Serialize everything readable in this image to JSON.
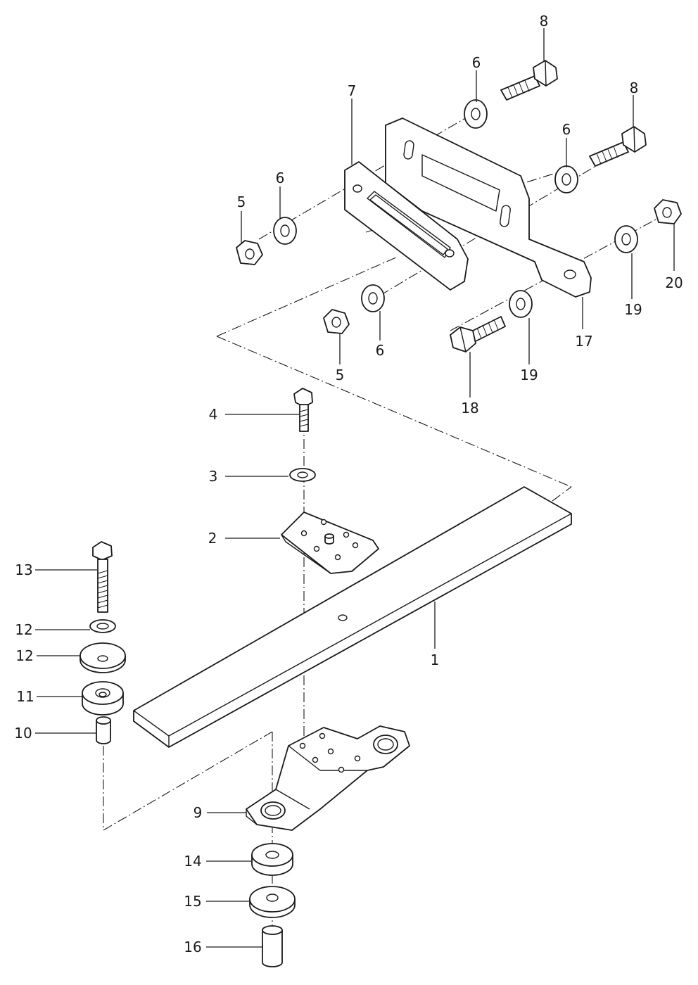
{
  "callouts": [
    {
      "id": "c1",
      "text": "1"
    },
    {
      "id": "c2",
      "text": "2"
    },
    {
      "id": "c3",
      "text": "3"
    },
    {
      "id": "c4",
      "text": "4"
    },
    {
      "id": "c5a",
      "text": "5"
    },
    {
      "id": "c5b",
      "text": "5"
    },
    {
      "id": "c6a",
      "text": "6"
    },
    {
      "id": "c6b",
      "text": "6"
    },
    {
      "id": "c6c",
      "text": "6"
    },
    {
      "id": "c6d",
      "text": "6"
    },
    {
      "id": "c7",
      "text": "7"
    },
    {
      "id": "c8a",
      "text": "8"
    },
    {
      "id": "c8b",
      "text": "8"
    },
    {
      "id": "c9",
      "text": "9"
    },
    {
      "id": "c10",
      "text": "10"
    },
    {
      "id": "c11",
      "text": "11"
    },
    {
      "id": "c12a",
      "text": "12"
    },
    {
      "id": "c12b",
      "text": "12"
    },
    {
      "id": "c13",
      "text": "13"
    },
    {
      "id": "c14",
      "text": "14"
    },
    {
      "id": "c15",
      "text": "15"
    },
    {
      "id": "c16",
      "text": "16"
    },
    {
      "id": "c17",
      "text": "17"
    },
    {
      "id": "c18",
      "text": "18"
    },
    {
      "id": "c19a",
      "text": "19"
    },
    {
      "id": "c19b",
      "text": "19"
    },
    {
      "id": "c20",
      "text": "20"
    }
  ]
}
